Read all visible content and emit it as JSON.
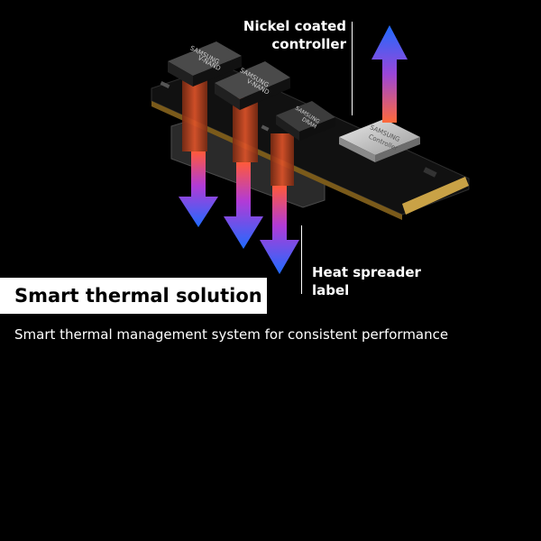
{
  "callouts": {
    "nickel_line1": "Nickel coated",
    "nickel_line2": "controller",
    "heat_line1": "Heat spreader",
    "heat_line2": "label"
  },
  "chips": {
    "nand_brand": "SAMSUNG",
    "nand_type": "V-NAND",
    "dram_brand": "SAMSUNG",
    "dram_type": "DRAM",
    "controller_brand": "SAMSUNG",
    "controller_type": "Controller"
  },
  "headline": "Smart thermal solution",
  "description": "Smart thermal management system for consistent performance",
  "colors": {
    "background": "#000000",
    "arrow_top": "#1f6bff",
    "arrow_bottom": "#ff6a3a",
    "title_box": "#ffffff"
  }
}
